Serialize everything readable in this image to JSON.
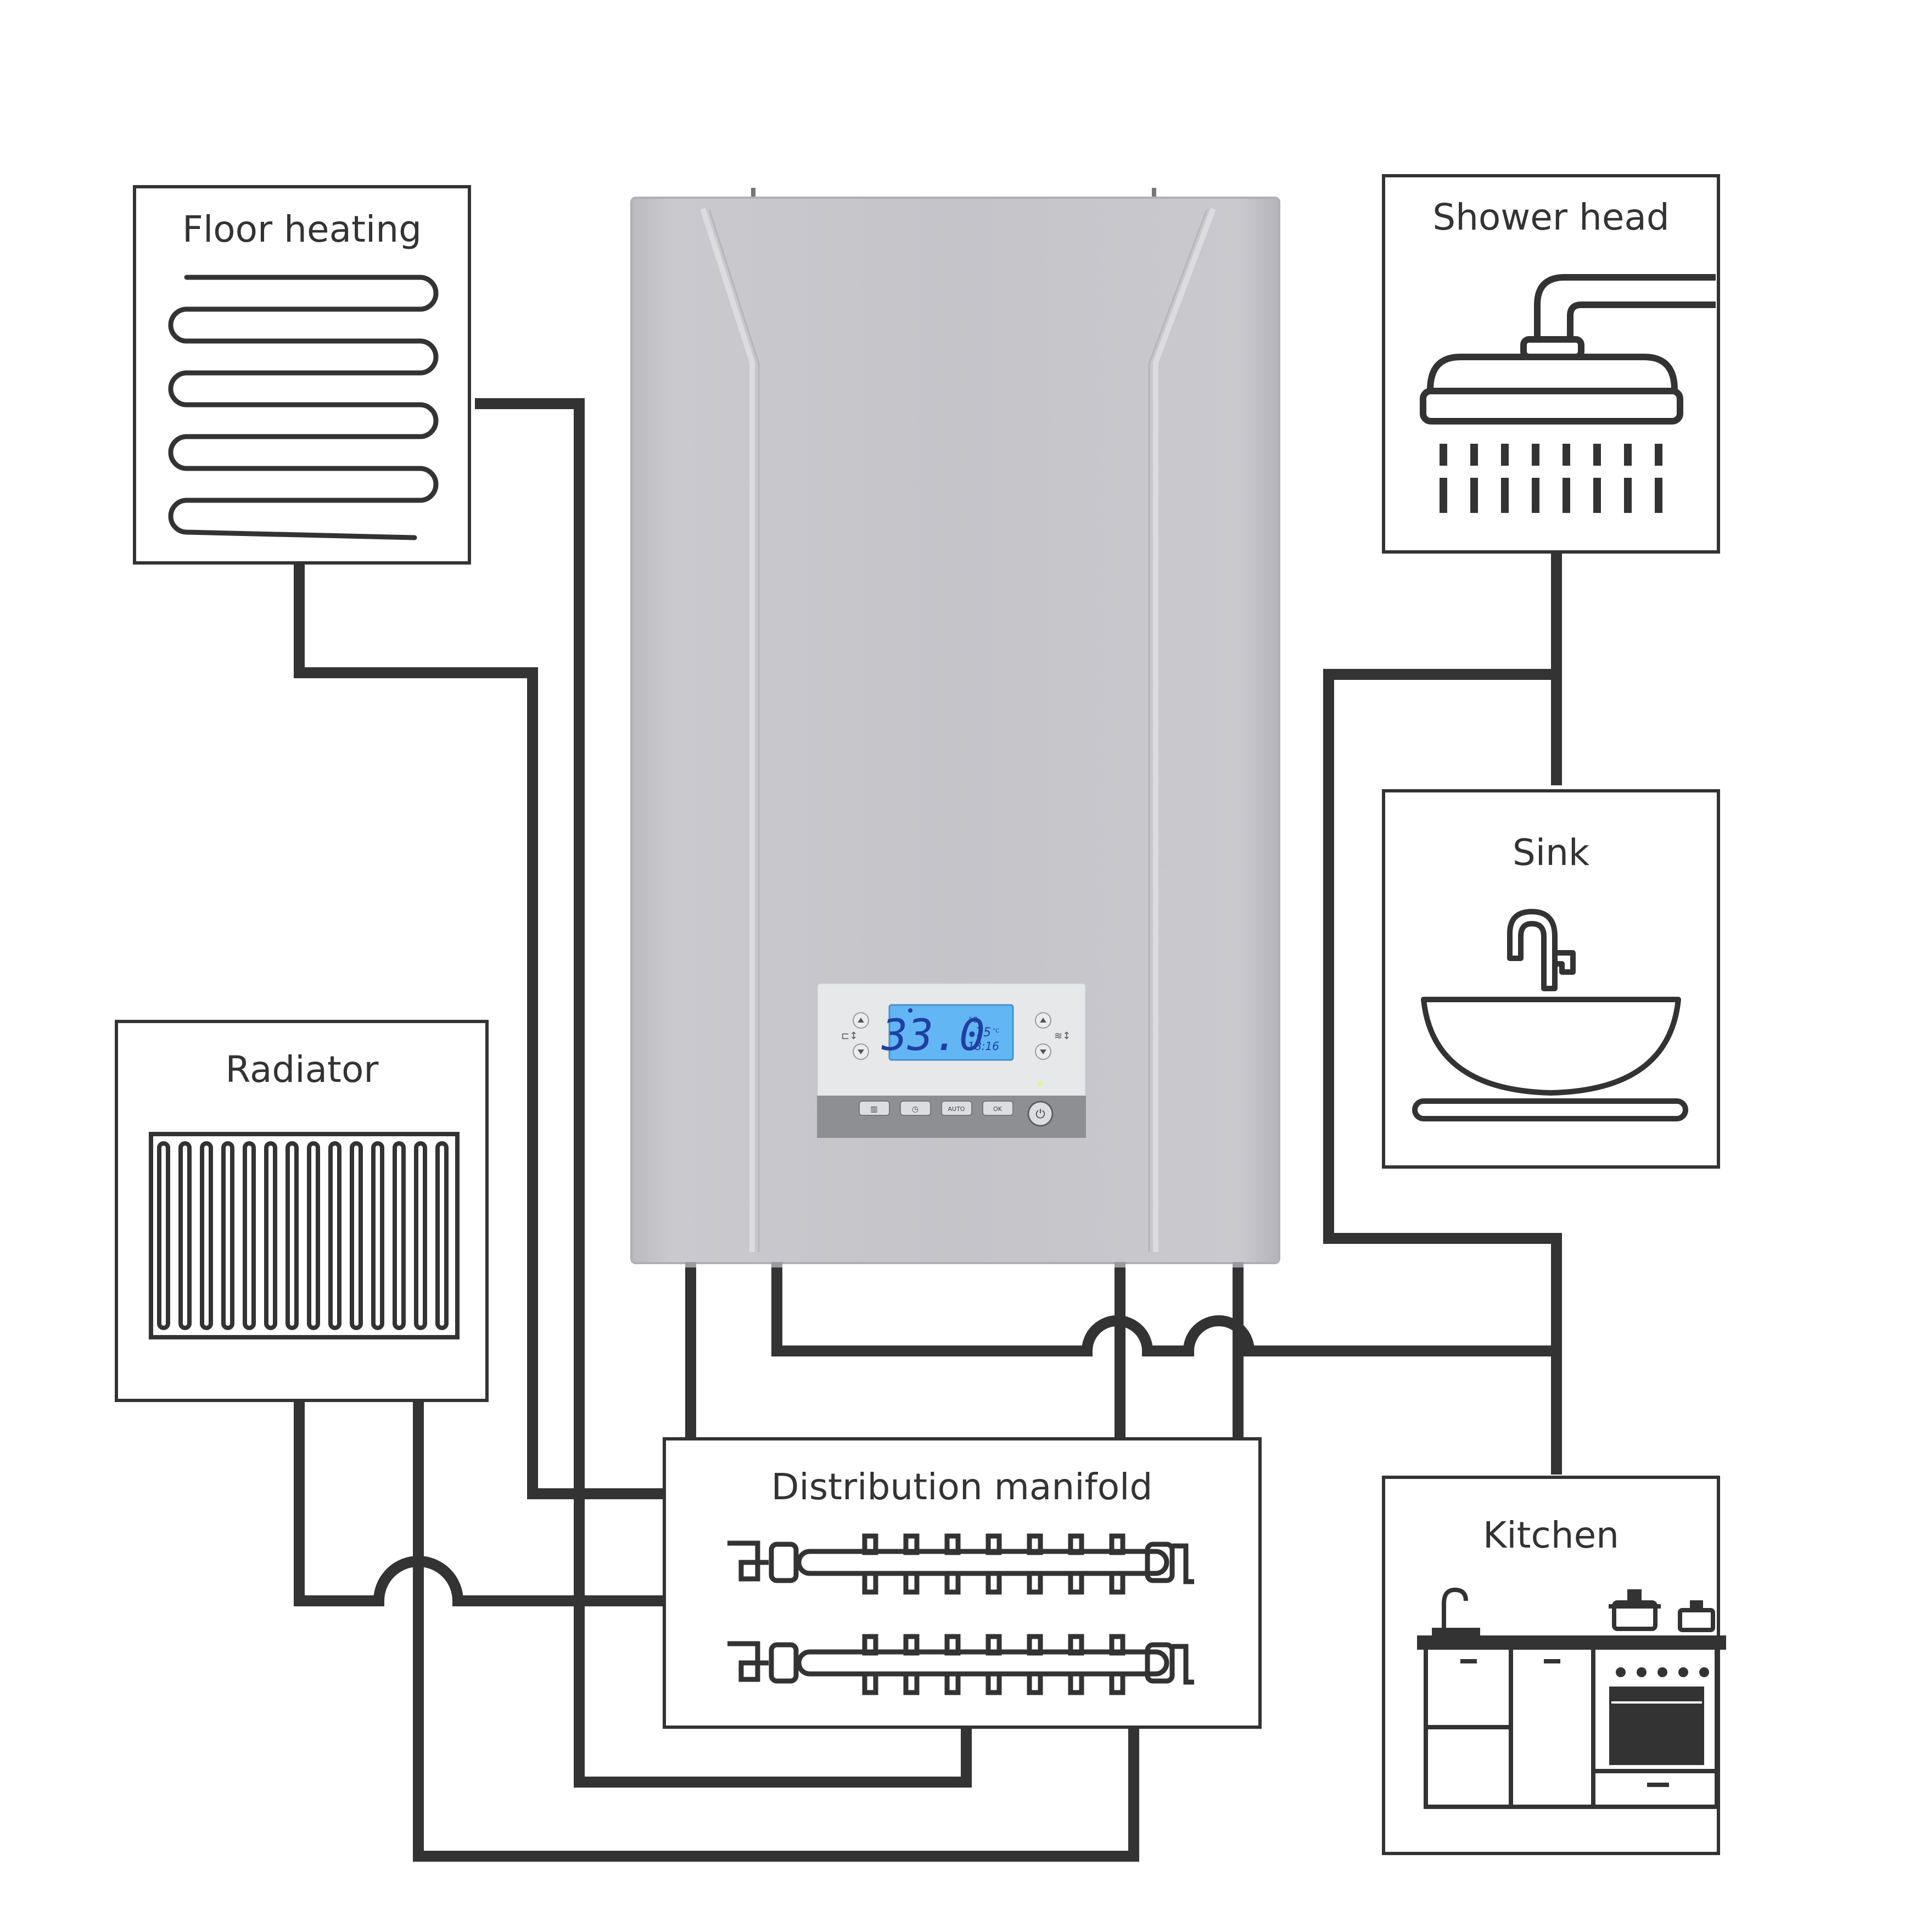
{
  "colors": {
    "line": "#333333",
    "boiler_body": "#c6c6ca",
    "boiler_edge": "#b0b0b5",
    "panel": "#e7e8ea",
    "panel_bottom": "#8e8f93",
    "lcd": "#62b6f4",
    "lcd_text": "#1f3fa3"
  },
  "labels": {
    "floor_heating": "Floor heating",
    "shower_head": "Shower head",
    "sink": "Sink",
    "radiator": "Radiator",
    "distribution_manifold": "Distribution manifold",
    "kitchen": "Kitchen"
  },
  "boiler": {
    "display": {
      "main_value": "33.0",
      "main_unit": "°C",
      "secondary_value": "75",
      "secondary_unit": "°C",
      "clock": "18:16"
    },
    "buttons": {
      "heating": "▥",
      "timer": "◷",
      "auto": "AUTO",
      "ok": "OK",
      "power": "⏻"
    }
  },
  "icons": {
    "floor_heating": "floor-heating-coil-icon",
    "shower": "shower-head-icon",
    "sink": "sink-faucet-icon",
    "radiator": "radiator-icon",
    "manifold": "manifold-icon",
    "kitchen": "kitchen-icon"
  }
}
